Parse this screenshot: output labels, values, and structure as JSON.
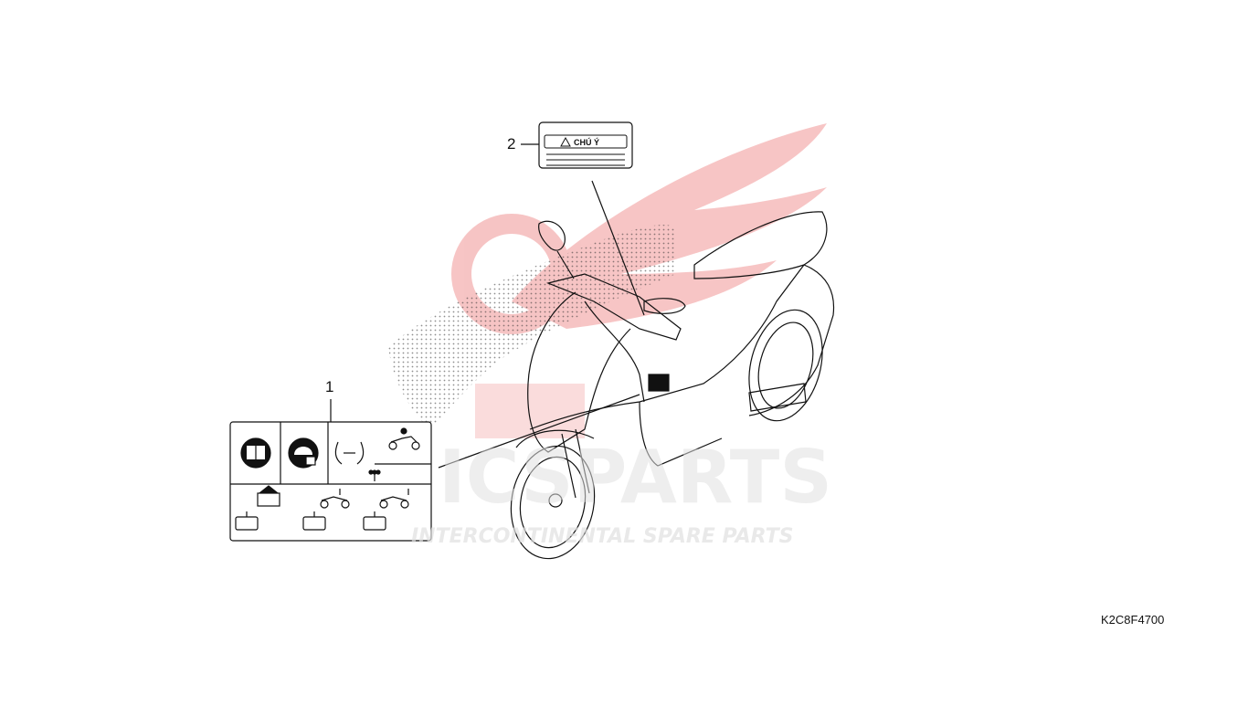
{
  "watermark": {
    "brand": "ICSPARTS",
    "tagline": "INTERCONTINENTAL SPARE PARTS",
    "color": "#e8a5a5"
  },
  "callouts": {
    "item1": "1",
    "item2": "2"
  },
  "label2": {
    "heading": "CHÚ Ý"
  },
  "diagram_code": "K2C8F4700"
}
